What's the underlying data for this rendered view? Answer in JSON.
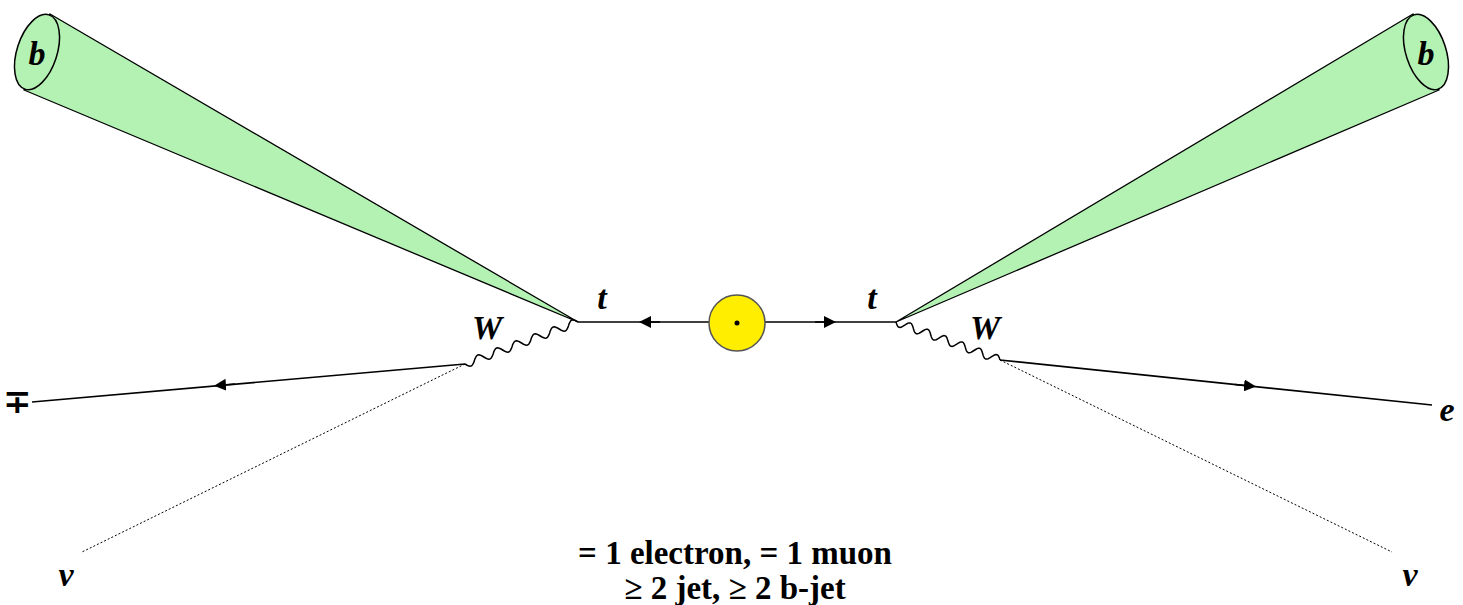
{
  "diagram": {
    "nodes": [
      {
        "text": [
          "b"
        ]
      },
      {
        "text": [
          "b"
        ]
      }
    ],
    "labels": [
      "t",
      "t",
      "W",
      "W",
      "∓",
      "e",
      "ν",
      "ν",
      "= 1 electron, = 1 muon",
      "≥ 2 jet, ≥ 2 b-jet"
    ]
  }
}
